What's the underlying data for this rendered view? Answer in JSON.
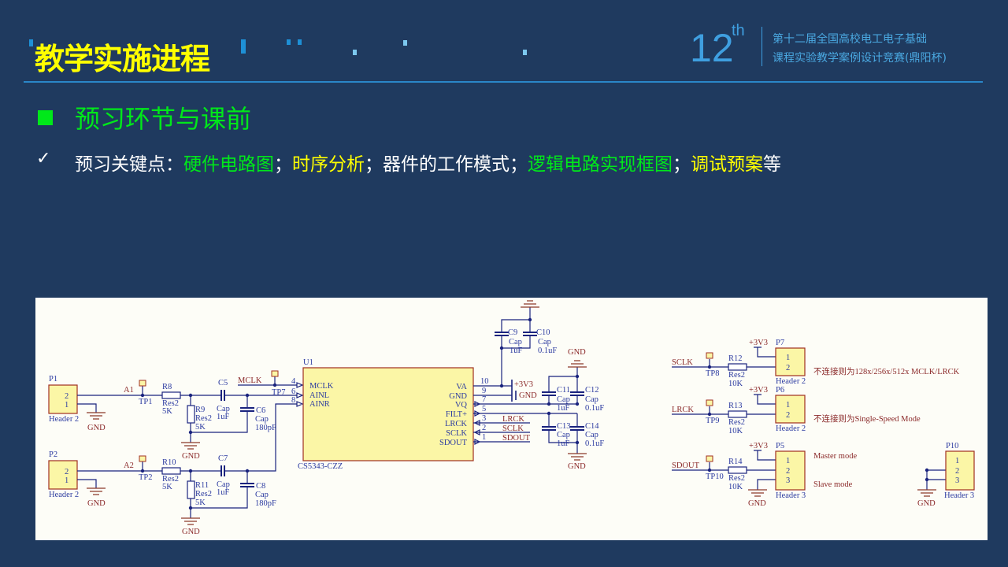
{
  "header": {
    "title": "教学实施进程",
    "edition_number": "12",
    "edition_suffix": "th",
    "contest_line1": "第十二届全国高校电工电子基础",
    "contest_line2": "课程实验教学案例设计竞赛(鼎阳杯)"
  },
  "section": {
    "heading": "预习环节与课前",
    "bullet_icon": "checkmark-icon",
    "bullet_mark": "✓",
    "bullet_segments": [
      {
        "text": "预习关键点：",
        "color": "#ffffff"
      },
      {
        "text": "硬件电路图",
        "color": "#00e81a"
      },
      {
        "text": "；",
        "color": "#ffffff"
      },
      {
        "text": "时序分析",
        "color": "#ffff00"
      },
      {
        "text": "；器件的工作模式；",
        "color": "#ffffff"
      },
      {
        "text": "逻辑电路实现框图",
        "color": "#00e81a"
      },
      {
        "text": "；",
        "color": "#ffffff"
      },
      {
        "text": "调试预案",
        "color": "#ffff00"
      },
      {
        "text": "等",
        "color": "#ffffff"
      }
    ]
  },
  "schematic": {
    "gnd": "GND",
    "cap": "Cap",
    "res2": "Res2",
    "v33": "+3V3",
    "header2": "Header 2",
    "header3": "Header 3",
    "p1": "P1",
    "p2": "P2",
    "p5": "P5",
    "p6": "P6",
    "p7": "P7",
    "p10": "P10",
    "a1": "A1",
    "a2": "A2",
    "tp1": "TP1",
    "tp2": "TP2",
    "tp7": "TP7",
    "tp8": "TP8",
    "tp9": "TP9",
    "tp10": "TP10",
    "r8": "R8",
    "r9": "R9",
    "r10": "R10",
    "r11": "R11",
    "r12": "R12",
    "r13": "R13",
    "r14": "R14",
    "v5k": "5K",
    "v10k": "10K",
    "c5": "C5",
    "c6": "C6",
    "c7": "C7",
    "c8": "C8",
    "c9": "C9",
    "c10": "C10",
    "c11": "C11",
    "c12": "C12",
    "c13": "C13",
    "c14": "C14",
    "v1uf": "1uF",
    "v180pf": "180pF",
    "v01uf": "0.1uF",
    "mclk": "MCLK",
    "lrck": "LRCK",
    "sclk": "SCLK",
    "sdout": "SDOUT",
    "u1": "U1",
    "u1_part": "CS5343-CZZ",
    "u1_left_pins": [
      {
        "num": "4",
        "name": "MCLK"
      },
      {
        "num": "6",
        "name": "AINL"
      },
      {
        "num": "8",
        "name": "AINR"
      }
    ],
    "u1_right_pins": [
      {
        "num": "10",
        "name": "VA"
      },
      {
        "num": "9",
        "name": "GND"
      },
      {
        "num": "7",
        "name": "VQ"
      },
      {
        "num": "5",
        "name": "FILT+"
      },
      {
        "num": "3",
        "name": "LRCK"
      },
      {
        "num": "2",
        "name": "SCLK"
      },
      {
        "num": "1",
        "name": "SDOUT"
      }
    ],
    "pin1": "1",
    "pin2": "2",
    "pin3": "3",
    "note_p7": "不连接则为128x/256x/512x MCLK/LRCK",
    "note_p6": "不连接则为Single-Speed Mode",
    "master_mode": "Master mode",
    "slave_mode": "Slave mode"
  }
}
